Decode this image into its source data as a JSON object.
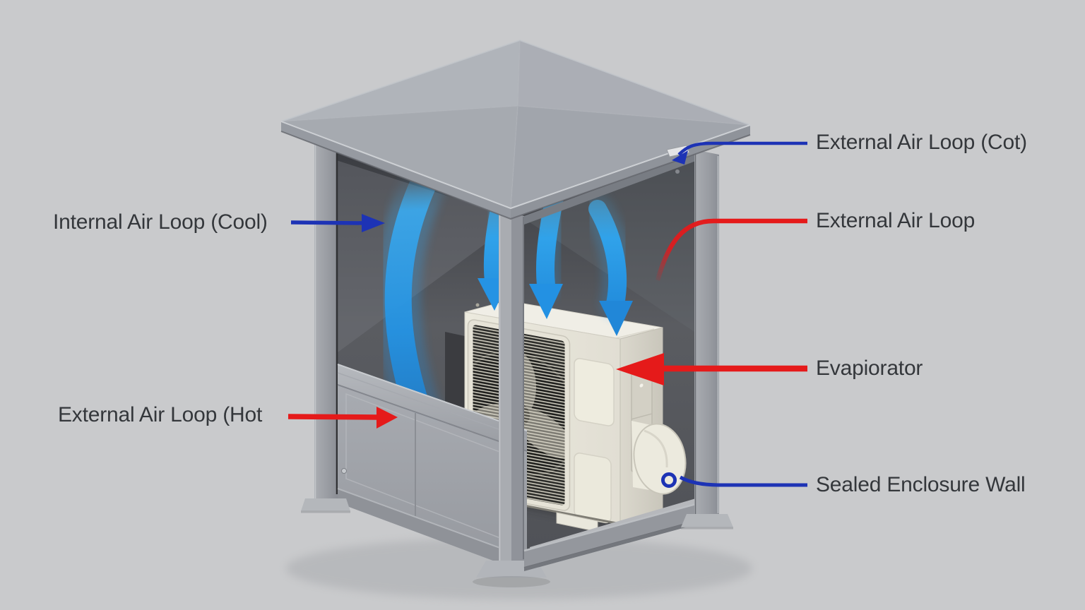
{
  "diagram": {
    "labels": {
      "external_air_loop_cot": "External Air Loop (Cot)",
      "internal_air_loop_cool": "Internal Air Loop (Cool)",
      "external_air_loop": "External Air Loop",
      "evaporator": "Evapiorator",
      "external_air_loop_hot": "External Air Loop (Hot",
      "sealed_enclosure_wall": "Sealed Enclosure Wall"
    },
    "colors": {
      "background": "#c9cacc",
      "label_text": "#34373b",
      "leader_blue": "#1d33b5",
      "leader_red": "#e51a1a",
      "airflow_blue_light": "#3fb3f2",
      "airflow_blue_dark": "#1b7fd2",
      "enclosure_gray": "#a2a5ab",
      "interior_dark": "#54565b",
      "roof_gray": "#a8acb2",
      "unit_body_cream": "#e8e6dd"
    }
  }
}
